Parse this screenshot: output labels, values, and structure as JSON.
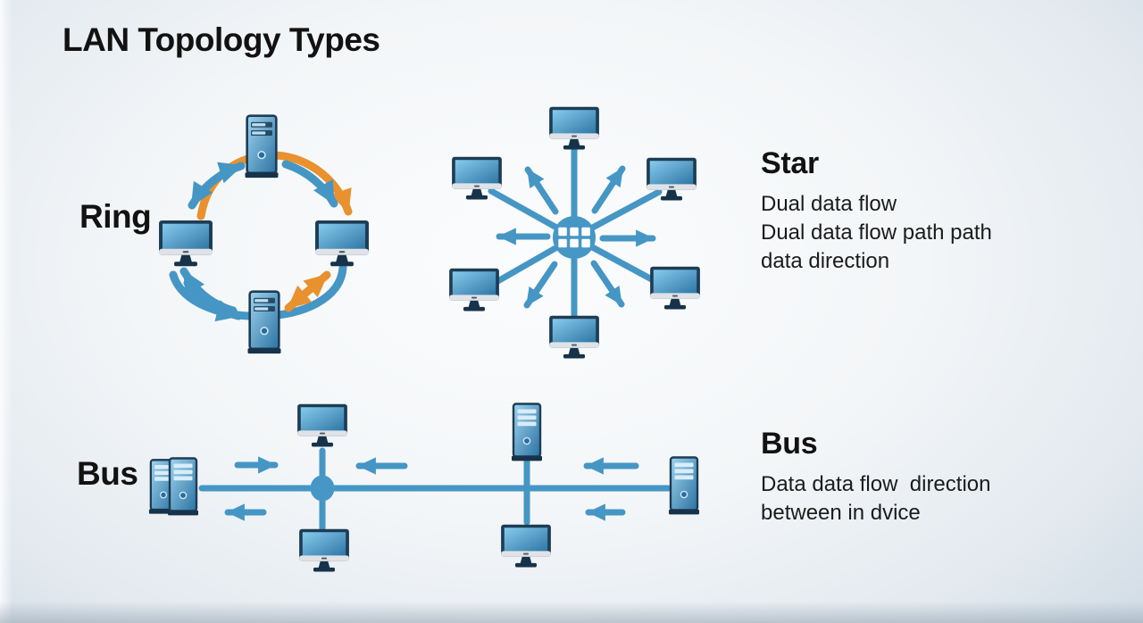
{
  "title": "LAN Topology Types",
  "sections": {
    "ring": {
      "label": "Ring"
    },
    "star": {
      "heading": "Star",
      "lines": [
        "Dual data flow",
        "Dual data flow path path",
        "data direction"
      ]
    },
    "bus": {
      "label": "Bus",
      "heading": "Bus",
      "lines": [
        "Data data flow  direction",
        "between in dvice"
      ]
    }
  },
  "icons": {
    "monitor": "desktop-monitor-icon",
    "server": "tower-server-icon",
    "dual_server": "dual-tower-server-icon",
    "hub": "hub-switch-circle-icon"
  },
  "colors": {
    "arrow_blue": "#4596c4",
    "arrow_orange": "#e8912e",
    "device_navy": "#1d3c55",
    "screen_light": "#82c7ea",
    "screen_dark": "#2e76a6",
    "hub_fill": "#4697c6",
    "text": "#121212",
    "background_center": "#fbfcfd",
    "background_edge": "#ccd8e2"
  }
}
